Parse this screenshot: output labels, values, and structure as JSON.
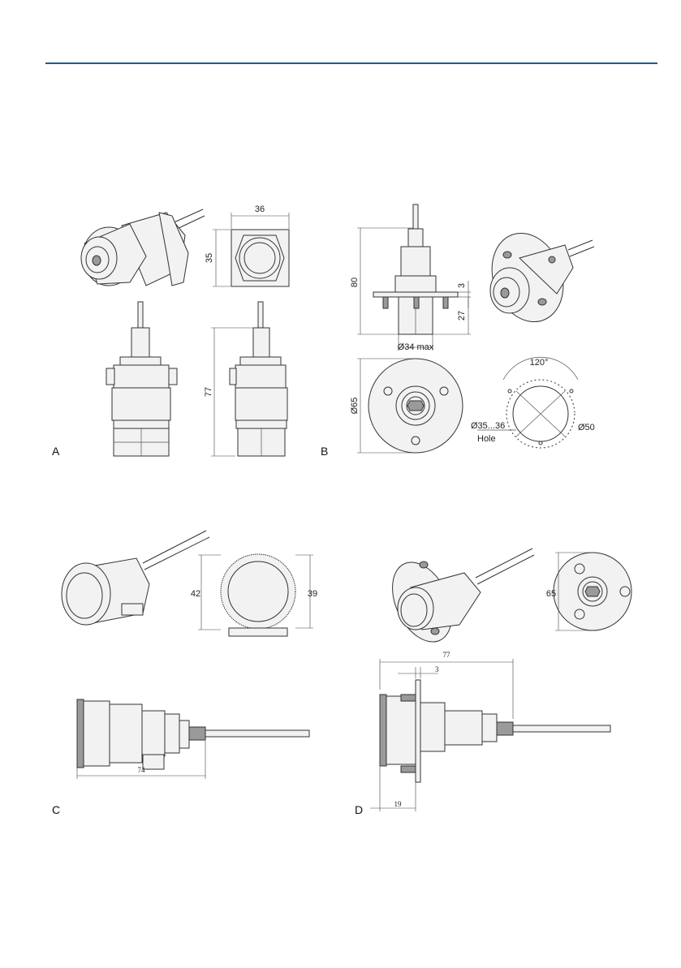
{
  "panels": {
    "a": {
      "letter": "A",
      "dims": {
        "width": "36",
        "height": "35",
        "length": "77"
      }
    },
    "b": {
      "letter": "B",
      "dims": {
        "overall": "80",
        "flange": "3",
        "below": "27",
        "bore": "Ø34 max",
        "plate": "Ø65",
        "angle": "120°",
        "hole": "Ø35...36",
        "hole_label": "Hole",
        "pitch": "Ø50"
      }
    },
    "c": {
      "letter": "C",
      "dims": {
        "outer": "42",
        "inner": "39",
        "length": "74"
      }
    },
    "d": {
      "letter": "D",
      "dims": {
        "plate": "65",
        "overall": "77",
        "flange": "3",
        "front": "19"
      }
    }
  }
}
